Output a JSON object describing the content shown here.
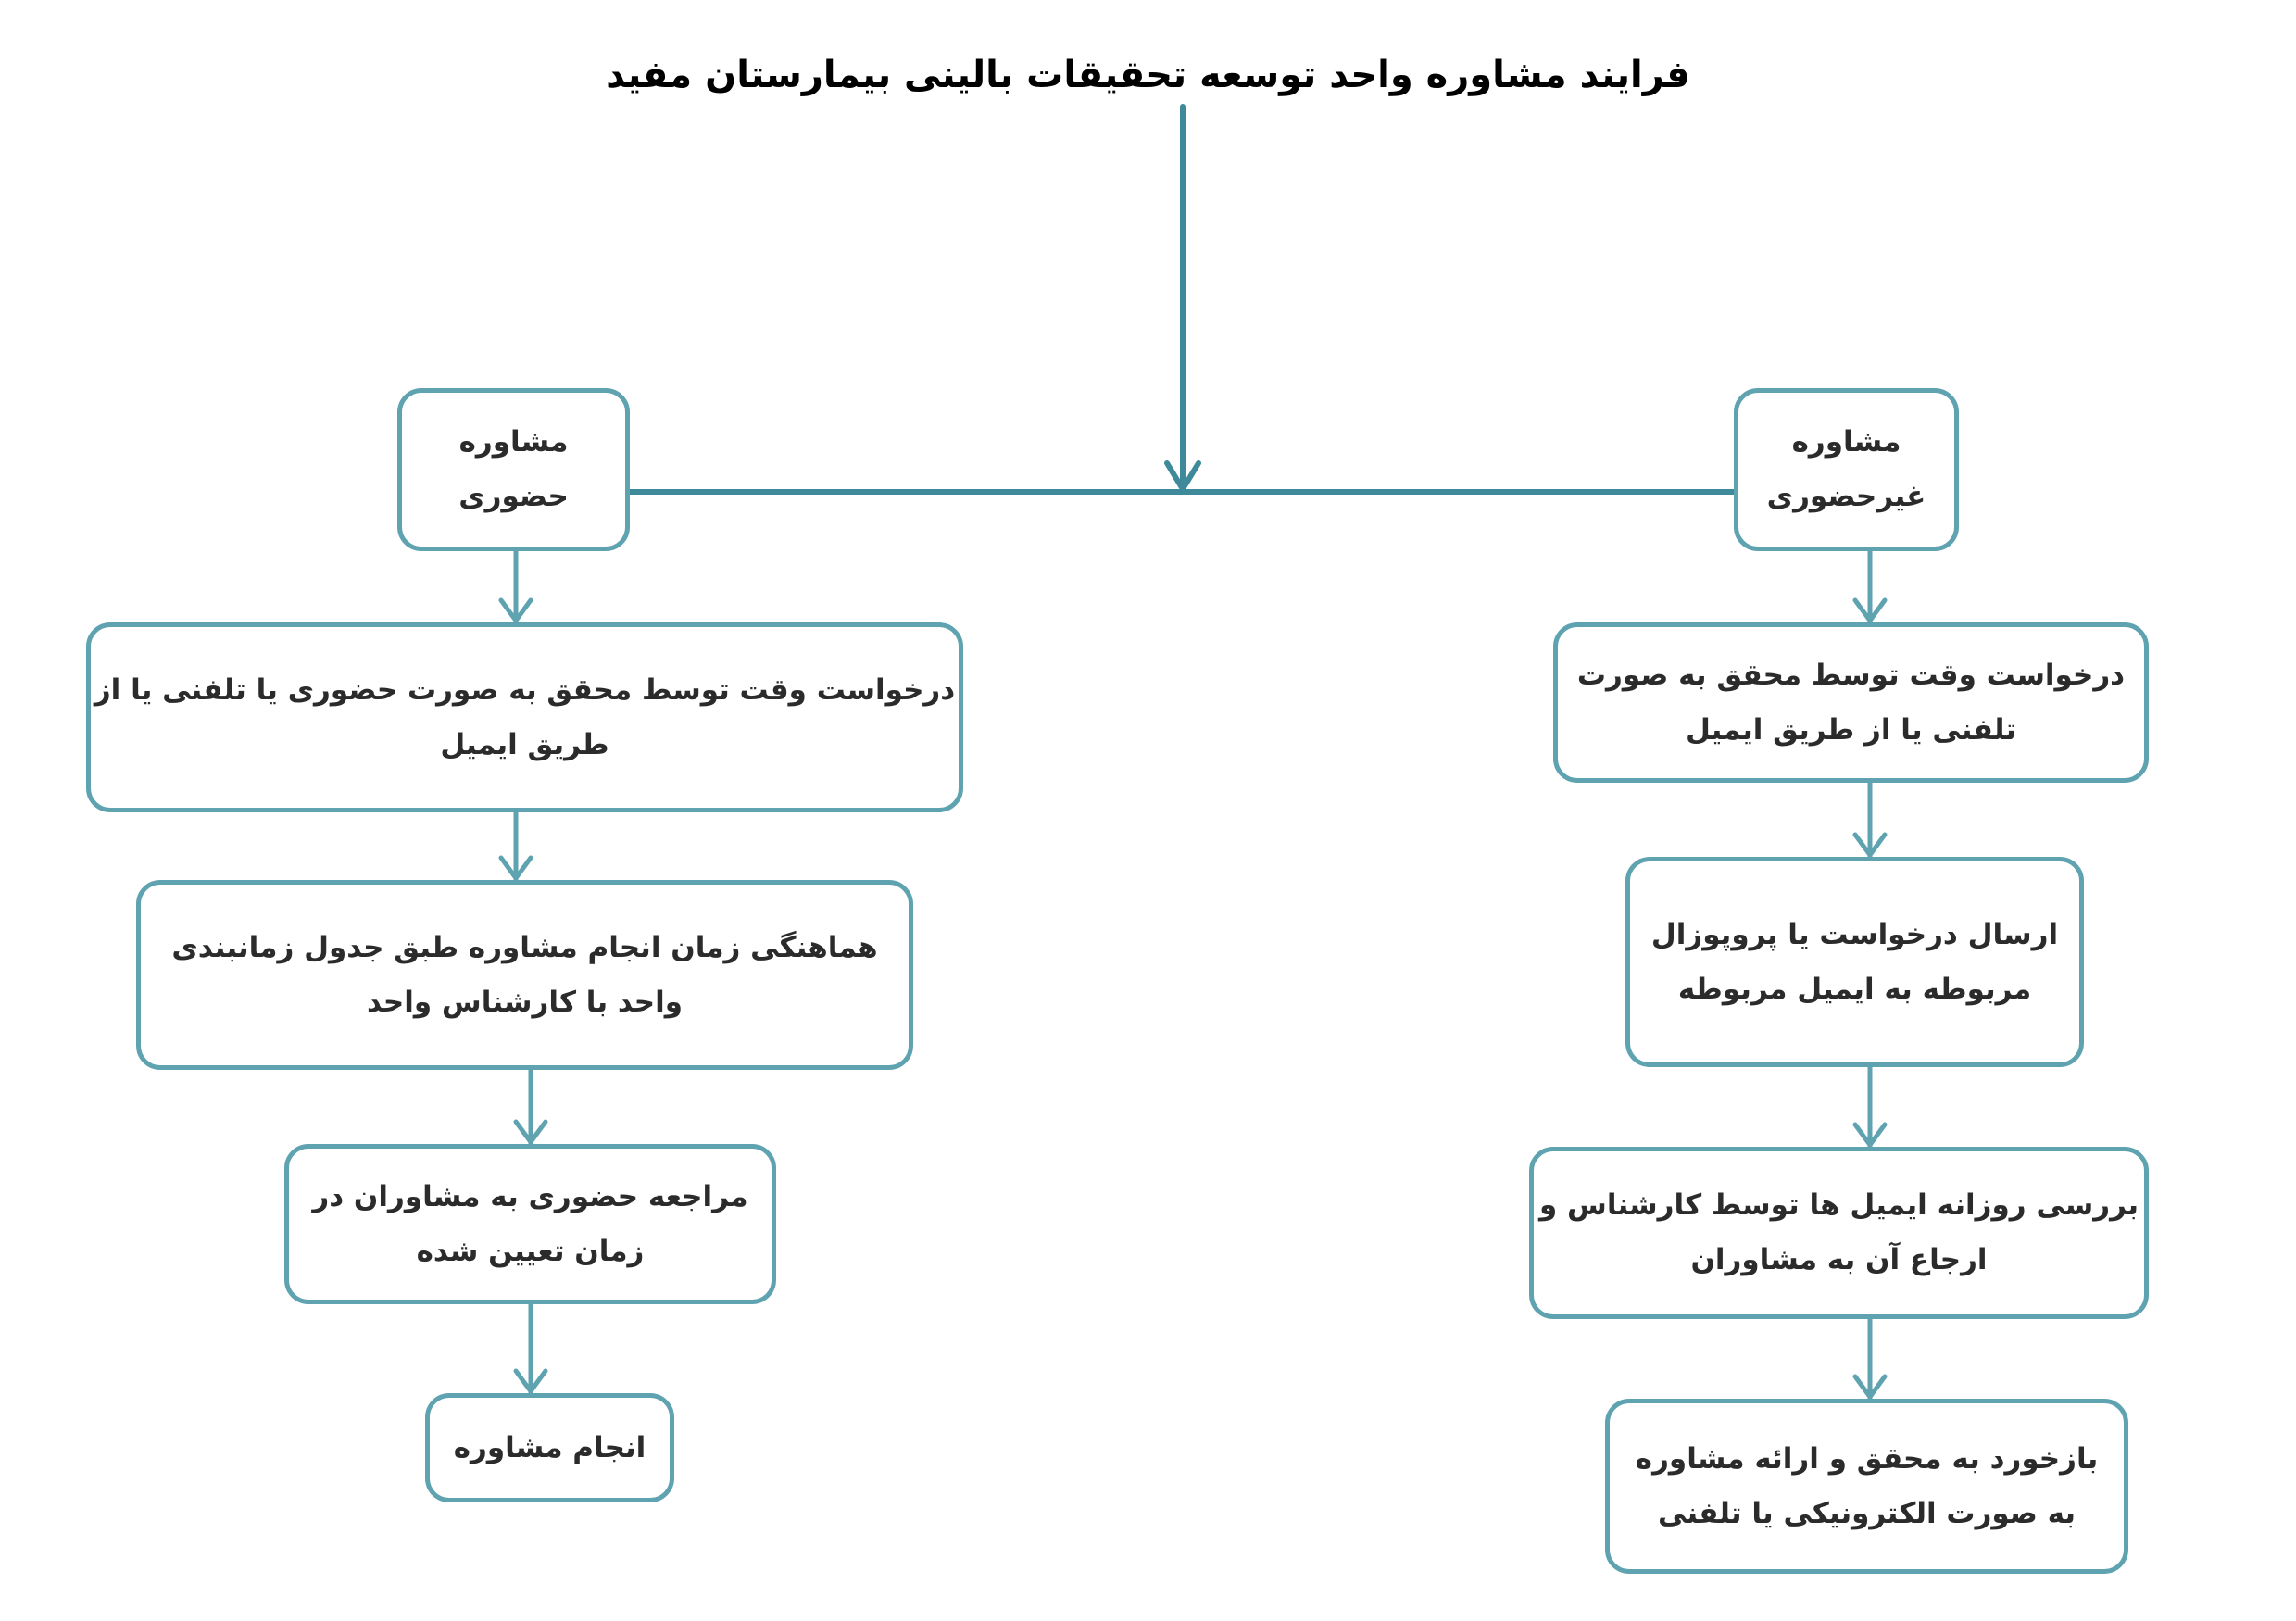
{
  "title": "فرایند مشاوره واحد توسعه تحقیقات بالینی بیمارستان مفید",
  "colors": {
    "stroke": "#5fa3b1",
    "line": "#3e8a9a",
    "text": "#2b2b2b"
  },
  "left_branch": [
    {
      "lines": [
        "مشاوره",
        "حضوری"
      ]
    },
    {
      "lines": [
        "درخواست وقت توسط محقق به صورت حضوری یا تلفنی یا از",
        "طریق ایمیل"
      ]
    },
    {
      "lines": [
        "هماهنگی زمان انجام مشاوره طبق جدول زمانبندی",
        "واحد با کارشناس واحد"
      ]
    },
    {
      "lines": [
        "مراجعه حضوری به مشاوران در",
        "زمان تعیین شده"
      ]
    },
    {
      "lines": [
        "انجام مشاوره"
      ]
    }
  ],
  "right_branch": [
    {
      "lines": [
        "مشاوره",
        "غیرحضوری"
      ]
    },
    {
      "lines": [
        "درخواست وقت توسط محقق به صورت",
        "تلفنی یا از طریق ایمیل"
      ]
    },
    {
      "lines": [
        "ارسال درخواست یا پروپوزال",
        "مربوطه به ایمیل مربوطه"
      ]
    },
    {
      "lines": [
        "بررسی روزانه ایمیل ها توسط کارشناس و",
        "ارجاع آن به مشاوران"
      ]
    },
    {
      "lines": [
        "بازخورد به محقق و ارائه مشاوره",
        "به صورت الکترونیکی یا تلفنی"
      ]
    }
  ]
}
